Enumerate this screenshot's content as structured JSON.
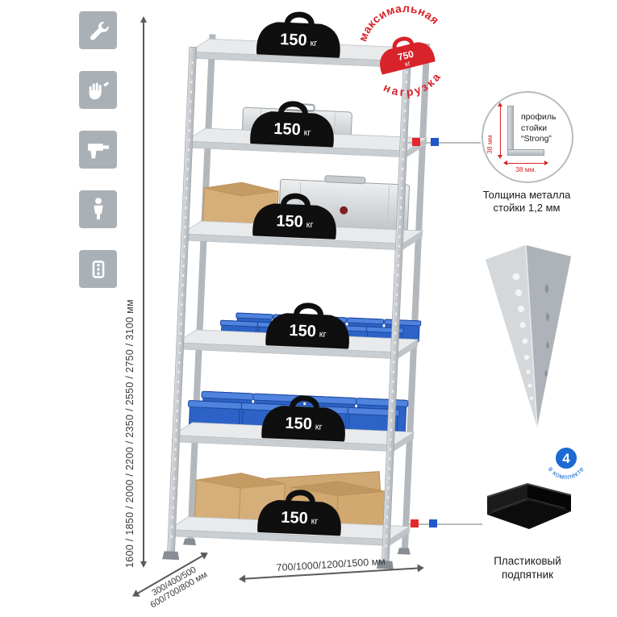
{
  "colors": {
    "tile_bg": "#a9b0b6",
    "stamp_red": "#d8232a",
    "badge_blue": "#1b6ad1",
    "marker_red": "#e8252c",
    "marker_blue": "#2057c9",
    "bin_blue": "#2d63c6",
    "cardboard": "#d6ae79",
    "weight_black": "#0f0f0f",
    "metal_gray": "#c9ced2"
  },
  "feature_icons": {
    "items": [
      {
        "name": "wrench"
      },
      {
        "name": "gloves"
      },
      {
        "name": "drill"
      },
      {
        "name": "person-height"
      },
      {
        "name": "perforated-profile"
      }
    ]
  },
  "dimensions": {
    "height": "1600 / 1850 / 2000 / 2200 / 2350 / 2550 / 2750 / 3100 мм",
    "width": "700/1000/1200/1500 мм",
    "depth": "300/400/500\n600/700/800 мм"
  },
  "rack": {
    "shelf_count": 6,
    "shelf_load": {
      "value": "150",
      "unit": "кг"
    }
  },
  "max_load_stamp": {
    "arc_top": "максимальная",
    "arc_bottom": "нагрузка",
    "value": "750",
    "unit": "кг"
  },
  "profile_callout": {
    "label": "профиль\nстойки\n“Strong”",
    "dim_vertical": "38 мм",
    "dim_horizontal": "38 мм.",
    "caption": "Толщина металла\nстойки 1,2 мм"
  },
  "foot_callout": {
    "badge_value": "4",
    "badge_arc_label": "в комплекте",
    "caption": "Пластиковый\nподпятник"
  }
}
